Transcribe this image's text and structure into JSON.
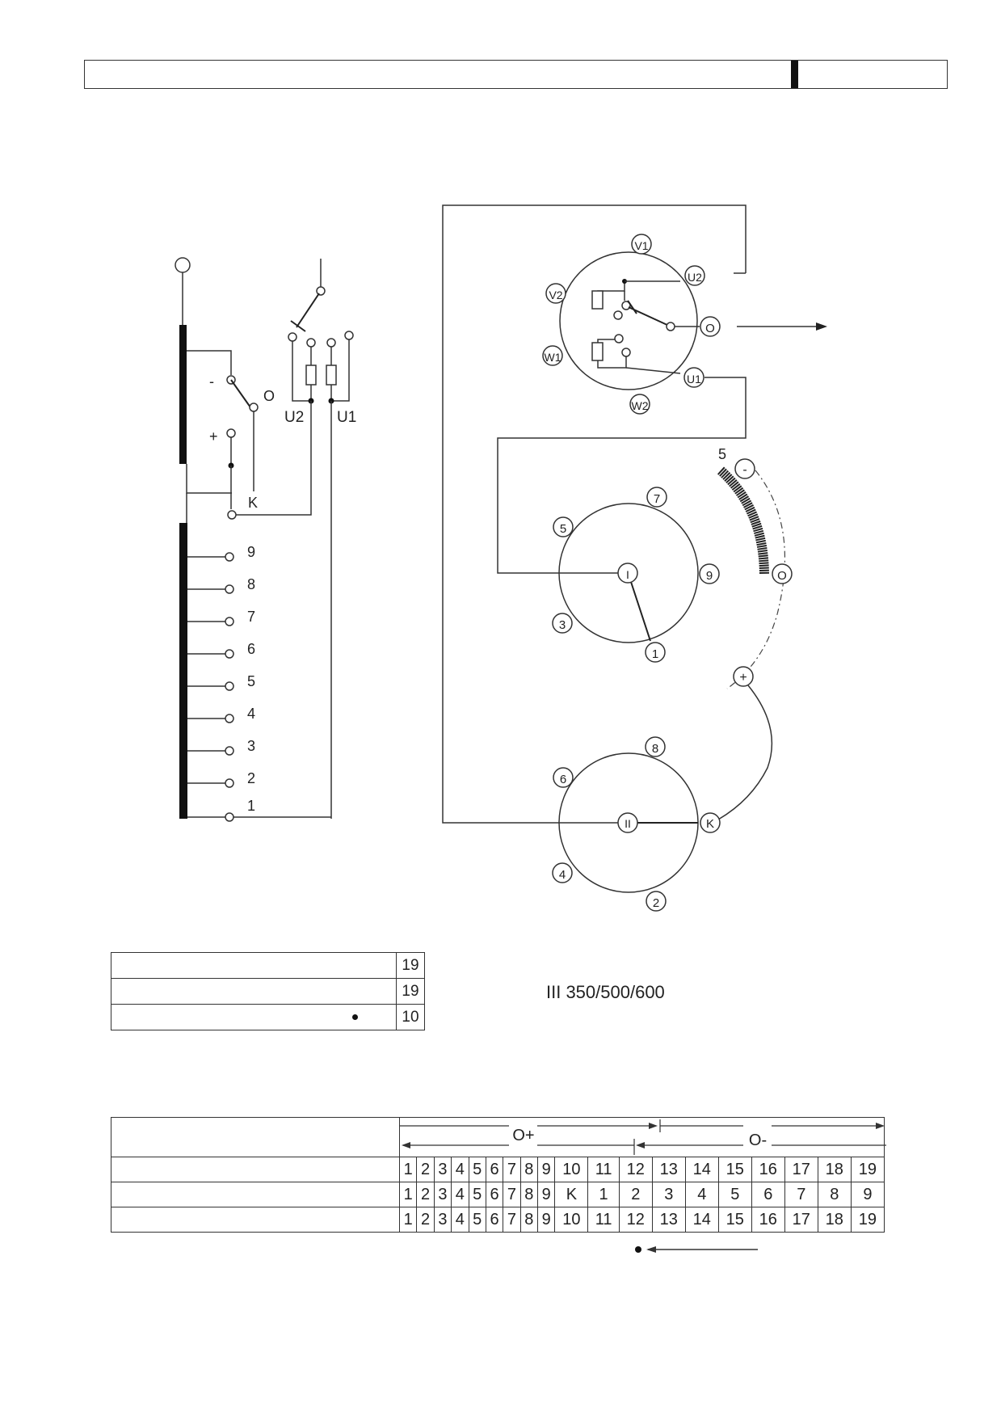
{
  "left_schematic": {
    "polarity_minus": "-",
    "polarity_plus": "+",
    "neutral_label": "O",
    "contact_k": "K",
    "terminal_u2": "U2",
    "terminal_u1": "U1",
    "taps": [
      "9",
      "8",
      "7",
      "6",
      "5",
      "4",
      "3",
      "2",
      "1"
    ]
  },
  "selector_top": {
    "terminals": [
      "V1",
      "U2",
      "V2",
      "O",
      "W1",
      "U1",
      "W2"
    ]
  },
  "selector_mid": {
    "center": "I",
    "terminals": [
      "7",
      "5",
      "9",
      "3",
      "1"
    ]
  },
  "change_over": {
    "tap_label": "5",
    "minus": "-",
    "neutral": "O",
    "plus": "+"
  },
  "selector_bottom": {
    "center": "II",
    "terminals": [
      "8",
      "6",
      "K",
      "4",
      "2"
    ]
  },
  "legend_table": {
    "rows": [
      {
        "value": "19"
      },
      {
        "value": "19"
      },
      {
        "value": "10"
      }
    ]
  },
  "model_label": "III 350/500/600",
  "position_table": {
    "range_plus": "O+",
    "range_minus": "O-",
    "row_operating": [
      "1",
      "2",
      "3",
      "4",
      "5",
      "6",
      "7",
      "8",
      "9",
      "10",
      "11",
      "12",
      "13",
      "14",
      "15",
      "16",
      "17",
      "18",
      "19"
    ],
    "row_selector": [
      "1",
      "2",
      "3",
      "4",
      "5",
      "6",
      "7",
      "8",
      "9",
      "K",
      "1",
      "2",
      "3",
      "4",
      "5",
      "6",
      "7",
      "8",
      "9"
    ],
    "row_positions": [
      "1",
      "2",
      "3",
      "4",
      "5",
      "6",
      "7",
      "8",
      "9",
      "10",
      "11",
      "12",
      "13",
      "14",
      "15",
      "16",
      "17",
      "18",
      "19"
    ]
  }
}
